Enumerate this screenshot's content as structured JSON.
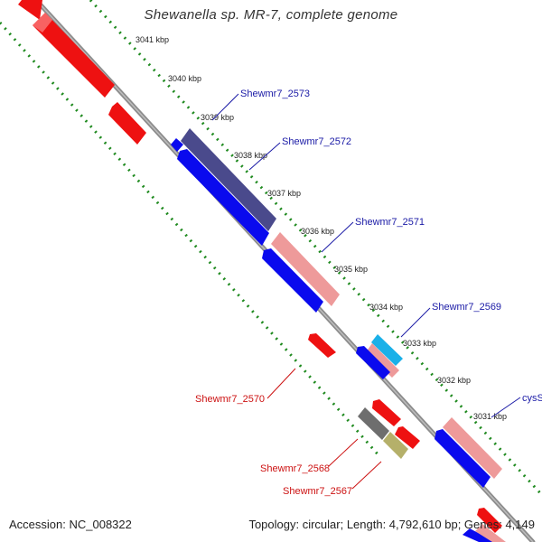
{
  "title": "Shewanella sp. MR-7, complete genome",
  "footer": {
    "accession": "Accession: NC_008322",
    "summary": "Topology: circular; Length: 4,792,610 bp; Genes: 4,149"
  },
  "ruler": [
    "3041 kbp",
    "3040 kbp",
    "3039 kbp",
    "3038 kbp",
    "3037 kbp",
    "3036 kbp",
    "3035 kbp",
    "3034 kbp",
    "3033 kbp",
    "3032 kbp",
    "3031 kbp"
  ],
  "gene_labels": [
    {
      "text": "Shewmr7_2573",
      "color": "#1a1aa6"
    },
    {
      "text": "Shewmr7_2572",
      "color": "#1a1aa6"
    },
    {
      "text": "Shewmr7_2571",
      "color": "#1a1aa6"
    },
    {
      "text": "Shewmr7_2569",
      "color": "#1a1aa6"
    },
    {
      "text": "cysS",
      "color": "#1a1aa6"
    },
    {
      "text": "Shewmr7_2570",
      "color": "#cc1111"
    },
    {
      "text": "Shewmr7_2568",
      "color": "#cc1111"
    },
    {
      "text": "Shewmr7_2567",
      "color": "#cc1111"
    }
  ],
  "colors": {
    "backbone": "#8c8c8c",
    "ticks": "#1f8a1f",
    "forward_cds": "#0a0aee",
    "forward_dark": "#4a4a8c",
    "reverse_cds": "#ee1111",
    "pink": "#ee9a9a",
    "cyan": "#1ab0e8",
    "grey": "#6e6e6e",
    "olive": "#b5b06a"
  }
}
